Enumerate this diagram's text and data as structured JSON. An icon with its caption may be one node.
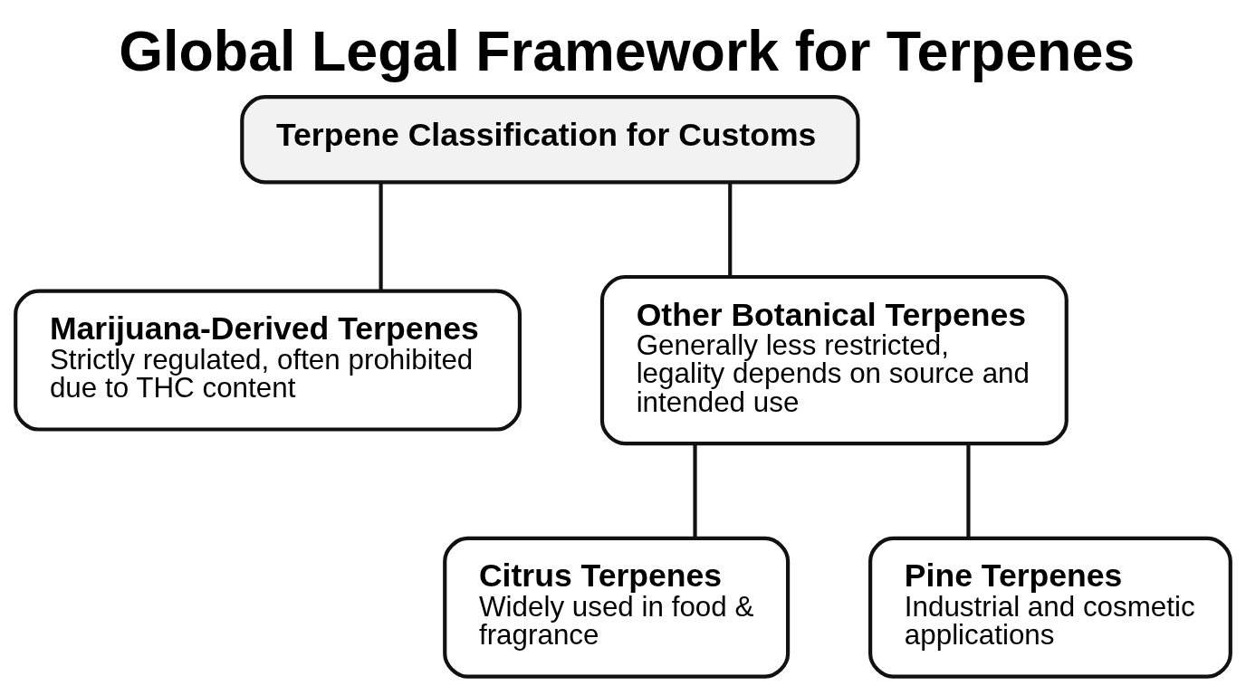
{
  "diagram": {
    "title": "Global Legal Framework for Terpenes",
    "nodes": [
      {
        "text": [
          "Terpene Classification for Customs"
        ]
      },
      {
        "text": [
          "Marijuana-Derived Terpenes",
          "Strictly regulated, often prohibited due to THC content"
        ]
      },
      {
        "text": [
          "Other Botanical Terpenes",
          "Generally less restricted, legality depends on source and intended use"
        ]
      },
      {
        "text": [
          "Citrus Terpenes",
          "Widely used in food & fragrance"
        ]
      },
      {
        "text": [
          "Pine Terpenes",
          "Industrial and cosmetic applications"
        ]
      }
    ],
    "edges": [
      {
        "from": 0,
        "to": 1,
        "arrow": "none"
      },
      {
        "from": 0,
        "to": 2,
        "arrow": "none"
      },
      {
        "from": 2,
        "to": 3,
        "arrow": "none"
      },
      {
        "from": 2,
        "to": 4,
        "arrow": "none"
      }
    ]
  }
}
